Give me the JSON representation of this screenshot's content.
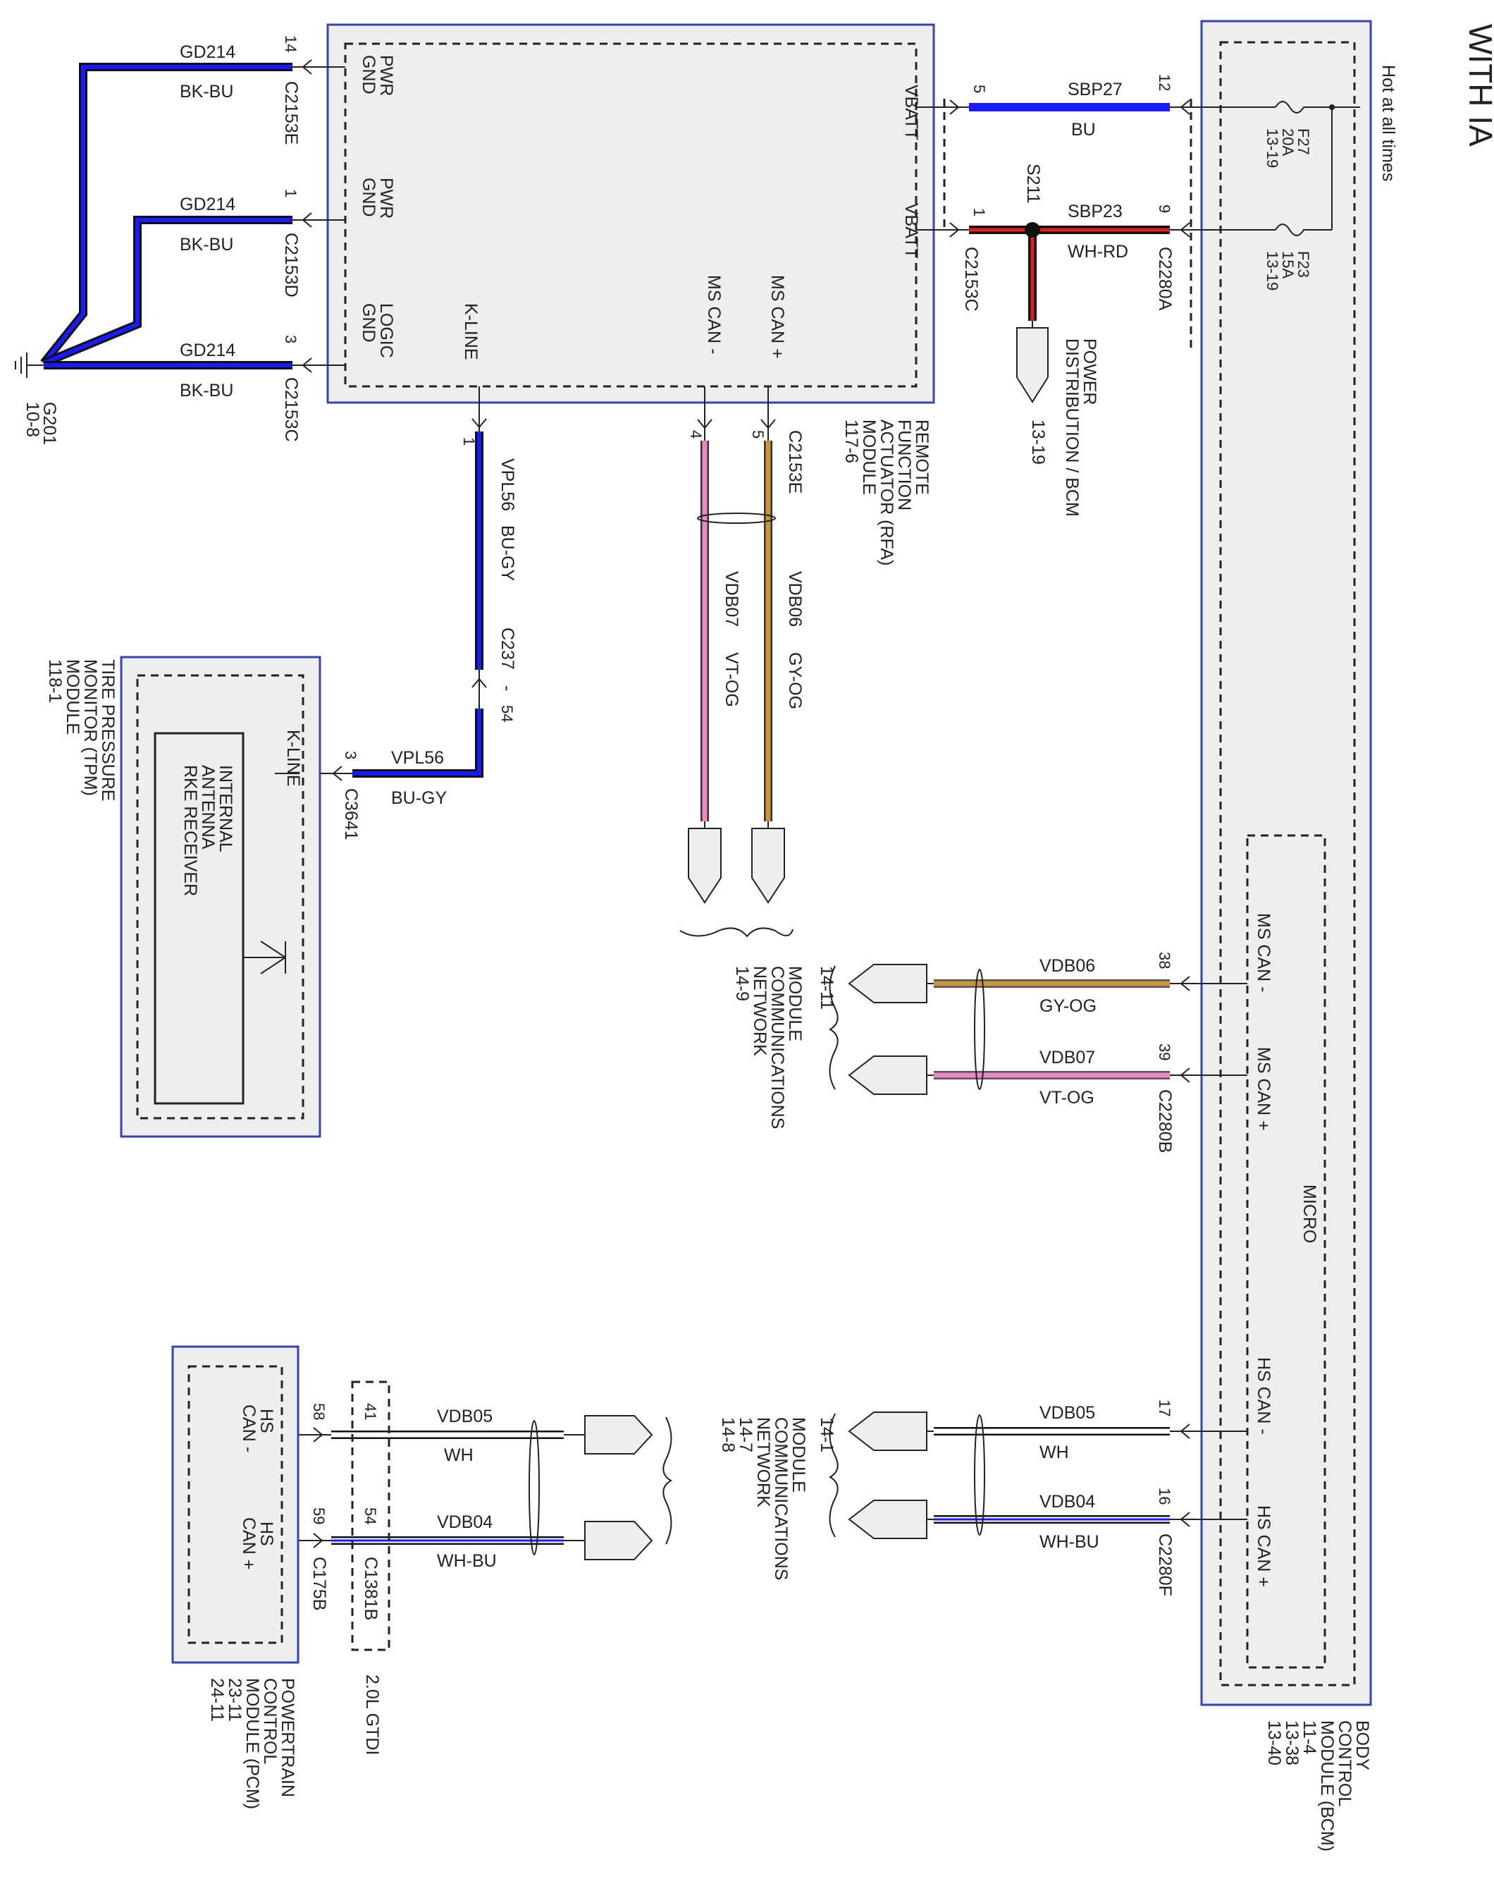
{
  "title": "WITH IA",
  "hot_at_all_times": "Hot at all times",
  "fuses": [
    {
      "name": "F27",
      "rating": "20A",
      "page": "13-19"
    },
    {
      "name": "F23",
      "rating": "15A",
      "page": "13-19"
    }
  ],
  "rfa": {
    "title": [
      "REMOTE",
      "FUNCTION",
      "ACTUATOR (RFA)",
      "MODULE",
      "117-6"
    ],
    "pins": {
      "pwr_gnd": [
        "PWR",
        "GND"
      ],
      "logic_gnd": [
        "LOGIC",
        "GND"
      ],
      "k_line": "K-LINE",
      "ms_can_minus": "MS CAN -",
      "ms_can_plus": "MS CAN +",
      "vbatt": "VBATT"
    }
  },
  "ground": {
    "name": "G201",
    "page": "10-8"
  },
  "ground_wires": [
    {
      "circuit": "GD214",
      "color": "BK-BU",
      "pin": "14",
      "connector": "C2153E"
    },
    {
      "circuit": "GD214",
      "color": "BK-BU",
      "pin": "1",
      "connector": "C2153D"
    },
    {
      "circuit": "GD214",
      "color": "BK-BU",
      "pin": "3",
      "connector": "C2153C"
    }
  ],
  "power_wires": [
    {
      "circuit": "SBP27",
      "color": "BU",
      "rfa_pin": "5",
      "bcm_pin": "12"
    },
    {
      "circuit": "SBP23",
      "color": "WH-RD",
      "rfa_pin": "1",
      "bcm_pin": "9",
      "rfa_connector": "C2153C",
      "bcm_connector": "C2280A"
    }
  ],
  "splice": "S211",
  "power_distribution": {
    "label": [
      "POWER",
      "DISTRIBUTION / BCM"
    ],
    "page": "13-19"
  },
  "rfa_can": {
    "connector": "C2153E",
    "wires": [
      {
        "pin": "5",
        "circuit": "VDB06",
        "color": "GY-OG"
      },
      {
        "pin": "4",
        "circuit": "VDB07",
        "color": "VT-OG"
      }
    ]
  },
  "kline_wire": {
    "rfa_pin": "1",
    "circuit": "VPL56",
    "color": "BU-GY",
    "inline_connector": "C237",
    "inline_sep": "-",
    "inline_pin": "54",
    "tpm_pin": "3",
    "tpm_connector": "C3641"
  },
  "tpm": {
    "title": [
      "TIRE PRESSURE",
      "MONITOR (TPM)",
      "MODULE",
      "118-1"
    ],
    "k_line": "K-LINE",
    "internal": [
      "INTERNAL",
      "ANTENNA",
      "RKE RECEIVER"
    ]
  },
  "module_comm_network_ms": {
    "label": [
      "MODULE",
      "COMMUNICATIONS",
      "NETWORK",
      "14-9"
    ],
    "ref": "14-11"
  },
  "bcm": {
    "title": [
      "BODY",
      "CONTROL",
      "MODULE (BCM)",
      "11-4",
      "13-38",
      "13-40"
    ],
    "micro": "MICRO",
    "pins": {
      "ms_can_minus": "MS CAN -",
      "ms_can_plus": "MS CAN +",
      "hs_can_minus": "HS CAN -",
      "hs_can_plus": "HS CAN +"
    }
  },
  "bcm_ms_wires": [
    {
      "pin": "38",
      "circuit": "VDB06",
      "color": "GY-OG"
    },
    {
      "pin": "39",
      "circuit": "VDB07",
      "color": "VT-OG",
      "connector": "C2280B"
    }
  ],
  "bcm_hs_wires": [
    {
      "pin": "17",
      "circuit": "VDB05",
      "color": "WH"
    },
    {
      "pin": "16",
      "circuit": "VDB04",
      "color": "WH-BU",
      "connector": "C2280F"
    }
  ],
  "bcm_hs_ref": "14-1",
  "module_comm_network_hs": {
    "label": [
      "MODULE",
      "COMMUNICATIONS",
      "NETWORK",
      "14-7",
      "14-8"
    ]
  },
  "pcm_wires": [
    {
      "pin_pcm": "58",
      "pin_inline": "41",
      "circuit": "VDB05",
      "color": "WH"
    },
    {
      "pin_pcm": "59",
      "pin_inline": "54",
      "circuit": "VDB04",
      "color": "WH-BU"
    }
  ],
  "pcm_connectors": {
    "pcm": "C175B",
    "inline": "C1381B"
  },
  "pcm_hs_ref": "14-11",
  "gtdi": "2.0L GTDI",
  "pcm": {
    "title": [
      "POWERTRAIN",
      "CONTROL",
      "MODULE (PCM)",
      "23-11",
      "24-11"
    ],
    "hs_can_minus": [
      "HS",
      "CAN -"
    ],
    "hs_can_plus": [
      "HS",
      "CAN +"
    ]
  },
  "colors": {
    "module_border": "#3344bb",
    "module_fill": "#eeeeee",
    "blue": "#1a1aff",
    "black": "#111111",
    "red": "#e02020",
    "pink": "#ee88c4",
    "tan": "#c9943a",
    "gray": "#8a8577"
  }
}
